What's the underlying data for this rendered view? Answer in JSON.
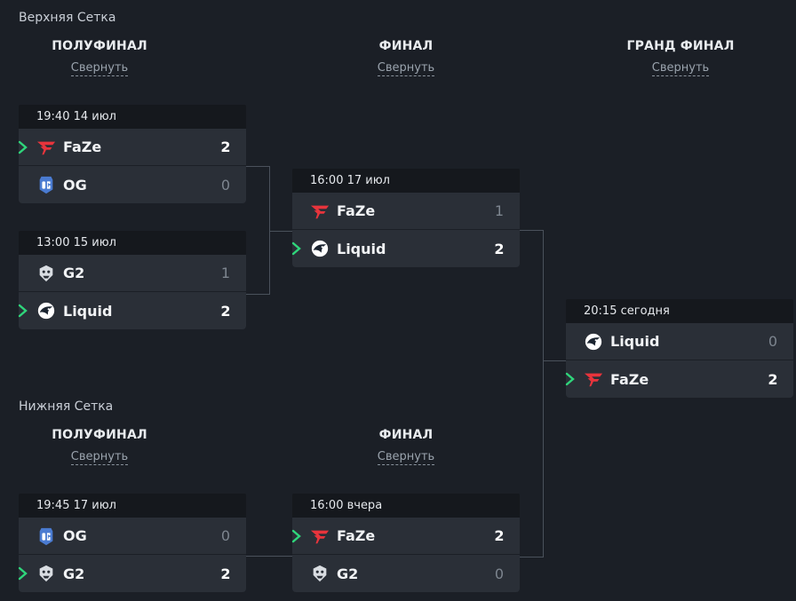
{
  "upper": {
    "label": "Верхняя Сетка",
    "columns": [
      {
        "title": "ПОЛУФИНАЛ",
        "collapse": "Свернуть"
      },
      {
        "title": "ФИНАЛ",
        "collapse": "Свернуть"
      },
      {
        "title": "ГРАНД ФИНАЛ",
        "collapse": "Свернуть"
      }
    ]
  },
  "lower": {
    "label": "Нижняя Сетка",
    "columns": [
      {
        "title": "ПОЛУФИНАЛ",
        "collapse": "Свернуть"
      },
      {
        "title": "ФИНАЛ",
        "collapse": "Свернуть"
      }
    ]
  },
  "matches": [
    {
      "time": "19:40  14 июл",
      "t1": {
        "name": "FaZe",
        "score": "2"
      },
      "t2": {
        "name": "OG",
        "score": "0"
      }
    },
    {
      "time": "13:00  15 июл",
      "t1": {
        "name": "G2",
        "score": "1"
      },
      "t2": {
        "name": "Liquid",
        "score": "2"
      }
    },
    {
      "time": "16:00  17 июл",
      "t1": {
        "name": "FaZe",
        "score": "1"
      },
      "t2": {
        "name": "Liquid",
        "score": "2"
      }
    },
    {
      "time": "20:15  сегодня",
      "t1": {
        "name": "Liquid",
        "score": "0"
      },
      "t2": {
        "name": "FaZe",
        "score": "2"
      }
    },
    {
      "time": "19:45  17 июл",
      "t1": {
        "name": "OG",
        "score": "0"
      },
      "t2": {
        "name": "G2",
        "score": "2"
      }
    },
    {
      "time": "16:00  вчера",
      "t1": {
        "name": "FaZe",
        "score": "2"
      },
      "t2": {
        "name": "G2",
        "score": "0"
      }
    }
  ],
  "colors": {
    "winner_arrow": "#2fd67b",
    "faze": "#e8343c",
    "og": "#4a7bd1"
  }
}
